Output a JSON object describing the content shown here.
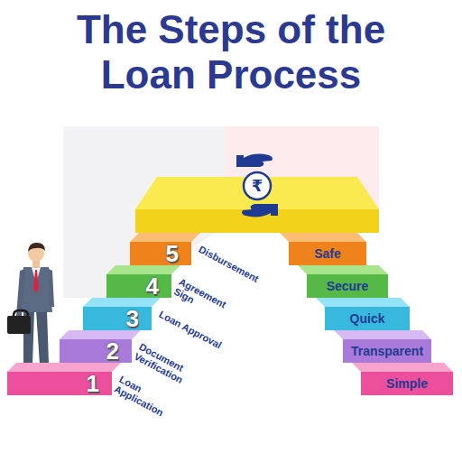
{
  "diagram": {
    "title": "The Steps of the Loan Process",
    "nodes": [
      {
        "text": [
          "1",
          "Loan Application"
        ]
      },
      {
        "text": [
          "2",
          "Document Verification"
        ]
      },
      {
        "text": [
          "3",
          "Loan Approval"
        ]
      },
      {
        "text": [
          "4",
          "Agreement Sign"
        ]
      },
      {
        "text": [
          "5",
          "Disbursement"
        ]
      },
      {
        "text": [
          "Simple"
        ]
      },
      {
        "text": [
          "Transparent"
        ]
      },
      {
        "text": [
          "Quick"
        ]
      },
      {
        "text": [
          "Secure"
        ]
      },
      {
        "text": [
          "Safe"
        ]
      }
    ],
    "labels": [
      "₹"
    ]
  }
}
